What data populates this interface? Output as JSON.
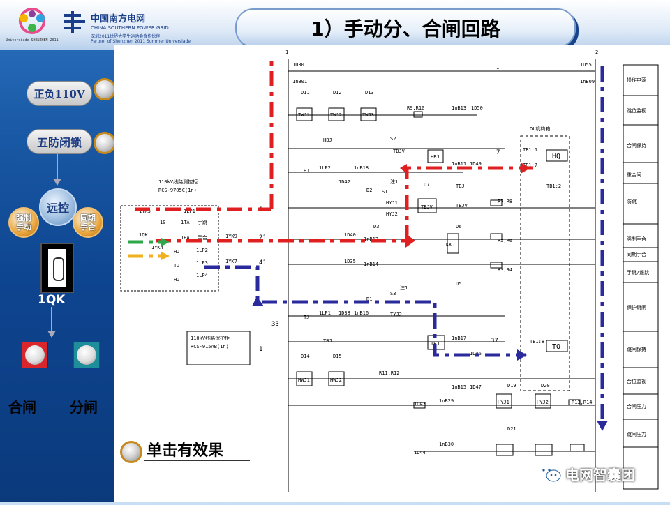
{
  "header": {
    "grid_name": "中国南方电网",
    "grid_en": "CHINA SOUTHERN POWER GRID",
    "grid_partner_cn": "深圳2011世界大学生运动会合作伙伴",
    "grid_partner_en": "Partner of Shenzhen 2011 Summer Universiade",
    "universiade": "Universiade SHENZHEN 2011",
    "title": "1）手动分、合闸回路"
  },
  "left_panel": {
    "power_label": "正负110V",
    "lock_label": "五防闭锁",
    "remote_label": "远控",
    "forced_manual": "强制\n手动",
    "sync_close": "同期\n手合",
    "switch_label": "1QK",
    "close_label": "合闸",
    "open_label": "分闸",
    "click_hint": "单击有效果"
  },
  "watermark": "电网智囊团",
  "colors": {
    "close_btn": "#d8262a",
    "open_btn": "#1d8e9a",
    "button_ring": "#c78a1d",
    "path_red": "#e02020",
    "path_blue": "#2a2a9c",
    "path_green": "#2ca84a",
    "path_yellow": "#f0b020"
  },
  "diagram": {
    "bus1": "1",
    "bus2": "2",
    "bus1_top": "1D30",
    "bus1_b": "1nB01",
    "bus2_top": "1D55",
    "bus2_b": "1nB09",
    "diodes_top": [
      "D11",
      "D12",
      "D13"
    ],
    "twj": [
      "TWJ1",
      "TWJ2",
      "TWJ3"
    ],
    "r_top": "R9,R10",
    "nb13": "1nB13",
    "d50": "1D50",
    "mechanism": "DL机构箱",
    "tb11": "TB1:1",
    "tb17": "TB1:7",
    "tb12": "TB1:2",
    "tb18": "TB1:8",
    "hq": "HQ",
    "tq": "TQ",
    "wire7": "7",
    "wire37": "37",
    "wire1": "1",
    "wire21": "21",
    "wire41": "41",
    "wire33": "33",
    "wire1b": "1",
    "hbj": "HBJ",
    "s2": "S2",
    "tbjv": "TBJV",
    "nb11": "1nB11",
    "d49": "1D49",
    "hj": "HJ",
    "lp2": "1LP2",
    "nb18": "1nB18",
    "d42": "1D42",
    "d2": "D2",
    "s1": "S1",
    "hyj1": "HYJ1",
    "hyj2": "HYJ2",
    "d3": "D3",
    "note1": "注1",
    "d7": "D7",
    "tbj": "TBJ",
    "r78": "R7,R8",
    "d40": "1D40",
    "nb12": "1nB12",
    "d6": "D6",
    "kkj": "KKJ",
    "r56": "R5,R6",
    "d35": "1D35",
    "nb14": "1nB14",
    "d5": "D5",
    "r34": "R3,R4",
    "d1": "D1",
    "s3": "S3",
    "tj": "TJ",
    "lp1": "1LP1",
    "d38": "1D38",
    "nb16": "1nB16",
    "tyj": "TYJ2",
    "nb17": "1nB17",
    "d46": "1D46",
    "note2": "注1",
    "d14": "D14",
    "d15": "D15",
    "hwj1": "HWJ1",
    "hwj2": "HWJ2",
    "r1112": "R11,R12",
    "nb15": "1nB15",
    "d47": "1D47",
    "d19": "D19",
    "d20": "D20",
    "hyj1b": "HYJ1",
    "hyj2b": "HYJ2",
    "r1314": "R13,R14",
    "d43": "1D43",
    "nb29": "1nB29",
    "d21": "D21",
    "d44": "1D44",
    "nb30": "1nB30",
    "panel1_title": "110kV线路测控柜",
    "panel1_model": "RCS-9705C(1n)",
    "panel2_title": "110kV线路保护柜",
    "panel2_model": "RCS-915AB(1n)",
    "yk3": "1YK3",
    "yk9": "1YK9",
    "yk7": "1YK7",
    "yk4": "1YK4",
    "qk": "1QK",
    "hj_small": "HJ",
    "tj_small": "TJ",
    "hj2": "HJ",
    "lpa": "1LP2",
    "lpb": "1LP3",
    "lpc": "1LP4",
    "lp_top": "1LP1",
    "s_label": "1S",
    "ta": "1TA",
    "ha": "1HA",
    "manual": "手跳",
    "manual2": "手合",
    "right_labels": [
      "操作电源",
      "跳位监视",
      "合闸保持",
      "重合闸",
      "防跳",
      "强制手合",
      "同期手合",
      "手跳/遥跳",
      "保护跳闸",
      "跳闸保持",
      "合位监视",
      "合闸压力",
      "跳闸压力"
    ]
  }
}
